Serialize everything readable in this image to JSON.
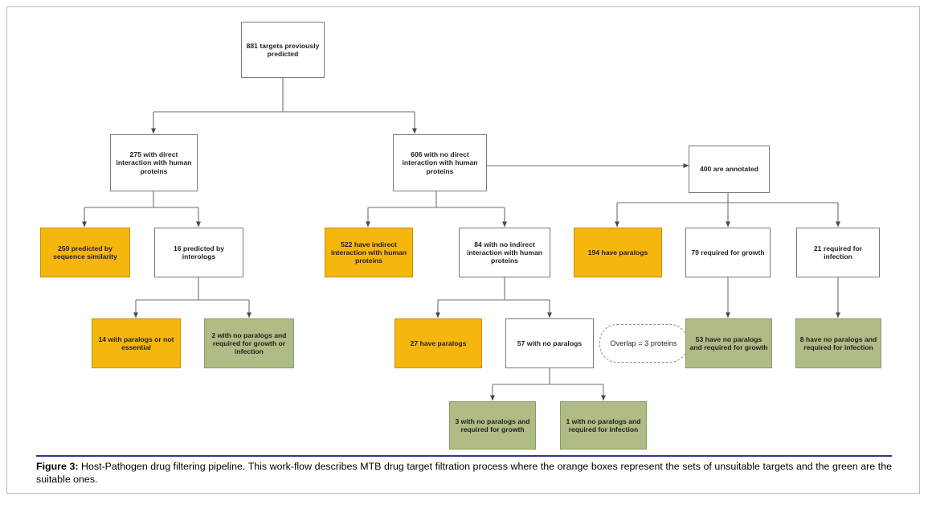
{
  "figure": {
    "label": "Figure 3:",
    "caption": " Host-Pathogen drug filtering pipeline. This work-flow describes MTB drug target filtration process where the orange boxes represent the sets of unsuitable targets and the green are the suitable ones."
  },
  "colors": {
    "orange": "#f5b60e",
    "green": "#afbc86",
    "white": "#ffffff",
    "border": "#7a7a7a",
    "caption_rule": "#2b3a8f"
  },
  "legend": {
    "orange_meaning": "unsuitable targets",
    "green_meaning": "suitable targets"
  },
  "chart_data": {
    "type": "diagram",
    "title": "Host-Pathogen drug filtering pipeline",
    "nodes": [
      {
        "id": "n881",
        "label": "881 targets previously predicted",
        "value": 881,
        "style": "white"
      },
      {
        "id": "n275",
        "label": "275 with direct interaction with human proteins",
        "value": 275,
        "style": "white"
      },
      {
        "id": "n606",
        "label": "606 with no direct interaction with human proteins",
        "value": 606,
        "style": "white"
      },
      {
        "id": "n400",
        "label": "400 are annotated",
        "value": 400,
        "style": "white"
      },
      {
        "id": "n259",
        "label": "259 predicted by sequence similarity",
        "value": 259,
        "style": "orange"
      },
      {
        "id": "n16",
        "label": "16 predicted by interologs",
        "value": 16,
        "style": "white"
      },
      {
        "id": "n522",
        "label": "522 have indirect interaction with human proteins",
        "value": 522,
        "style": "orange"
      },
      {
        "id": "n84",
        "label": "84 with no indirect interaction with human proteins",
        "value": 84,
        "style": "white"
      },
      {
        "id": "n194",
        "label": "194 have paralogs",
        "value": 194,
        "style": "orange"
      },
      {
        "id": "n79",
        "label": "79 required for growth",
        "value": 79,
        "style": "white"
      },
      {
        "id": "n21",
        "label": "21 required for infection",
        "value": 21,
        "style": "white"
      },
      {
        "id": "n14",
        "label": "14 with paralogs or not essential",
        "value": 14,
        "style": "orange"
      },
      {
        "id": "n2",
        "label": "2 with no paralogs and required for growth or infection",
        "value": 2,
        "style": "green"
      },
      {
        "id": "n27",
        "label": "27 have paralogs",
        "value": 27,
        "style": "orange"
      },
      {
        "id": "n57",
        "label": "57 with no paralogs",
        "value": 57,
        "style": "white"
      },
      {
        "id": "noverlap",
        "label": "Overlap = 3 proteins",
        "value": 3,
        "style": "dashed"
      },
      {
        "id": "n53",
        "label": "53 have no paralogs and required for growth",
        "value": 53,
        "style": "green"
      },
      {
        "id": "n8",
        "label": "8 have no paralogs and required for infection",
        "value": 8,
        "style": "green"
      },
      {
        "id": "n3",
        "label": "3 with no paralogs and required for growth",
        "value": 3,
        "style": "green"
      },
      {
        "id": "n1",
        "label": "1 with no paralogs and required for infection",
        "value": 1,
        "style": "green"
      }
    ],
    "edges": [
      {
        "from": "n881",
        "to": "n275"
      },
      {
        "from": "n881",
        "to": "n606"
      },
      {
        "from": "n606",
        "to": "n400"
      },
      {
        "from": "n275",
        "to": "n259"
      },
      {
        "from": "n275",
        "to": "n16"
      },
      {
        "from": "n606",
        "to": "n522"
      },
      {
        "from": "n606",
        "to": "n84"
      },
      {
        "from": "n400",
        "to": "n194"
      },
      {
        "from": "n400",
        "to": "n79"
      },
      {
        "from": "n400",
        "to": "n21"
      },
      {
        "from": "n16",
        "to": "n14"
      },
      {
        "from": "n16",
        "to": "n2"
      },
      {
        "from": "n84",
        "to": "n27"
      },
      {
        "from": "n84",
        "to": "n57"
      },
      {
        "from": "n79",
        "to": "n53"
      },
      {
        "from": "n21",
        "to": "n8"
      },
      {
        "from": "n57",
        "to": "n3"
      },
      {
        "from": "n57",
        "to": "n1"
      }
    ]
  }
}
